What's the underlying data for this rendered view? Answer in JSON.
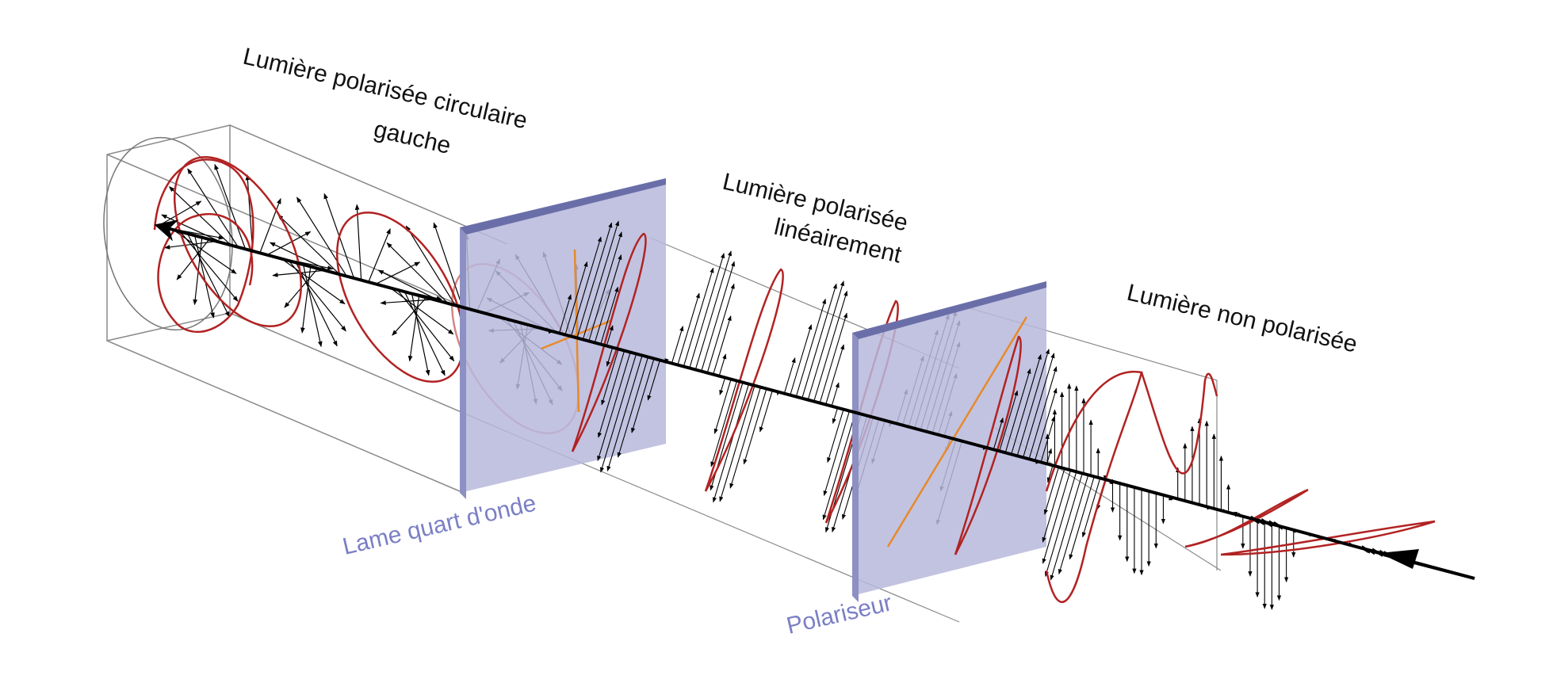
{
  "labels": {
    "circular_line1": "Lumière polarisée circulaire",
    "circular_line2": "gauche",
    "linear_line1": "Lumière polarisée",
    "linear_line2": "linéairement",
    "unpolarized": "Lumière non polarisée",
    "quarter_wave_plate": "Lame quart d'onde",
    "polarizer": "Polariseur"
  },
  "colors": {
    "wave": "#b22222",
    "plate_face": "#b7b9dc",
    "plate_edge": "#6a6ea8",
    "plate_label": "#7b7fc4",
    "axis_line": "#e8892a",
    "beam": "#000000",
    "box_edge": "#8a8a8a"
  }
}
